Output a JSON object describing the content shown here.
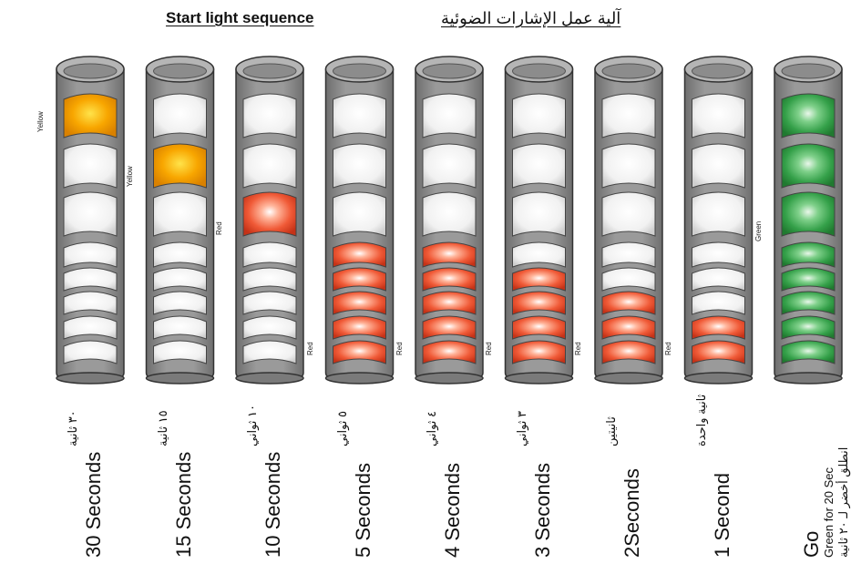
{
  "titles": {
    "english": "Start light sequence",
    "arabic": "آلية عمل الإشارات الضوئية"
  },
  "colors": {
    "yellow": "#f6a300",
    "red": "#e8462a",
    "green": "#3aa34e",
    "off": "#f2f2f2",
    "tube": "#8a8a8a"
  },
  "columns": [
    {
      "time_en": "30 Seconds",
      "time_ar": "٣٠ ثانية",
      "sub": "",
      "lit": [
        "yellow",
        "off",
        "off",
        "off",
        "off",
        "off",
        "off",
        "off",
        "off"
      ],
      "labels": [
        "Yellow"
      ]
    },
    {
      "time_en": "15 Seconds",
      "time_ar": "١٥ ثانية",
      "sub": "",
      "lit": [
        "off",
        "yellow",
        "off",
        "off",
        "off",
        "off",
        "off",
        "off",
        "off"
      ],
      "labels": [
        "Yellow"
      ]
    },
    {
      "time_en": "10 Seconds",
      "time_ar": "١٠ ثواني",
      "sub": "",
      "lit": [
        "off",
        "off",
        "red",
        "off",
        "off",
        "off",
        "off",
        "off",
        "off"
      ],
      "labels": [
        "Red"
      ]
    },
    {
      "time_en": "5 Seconds",
      "time_ar": "٥ ثواني",
      "sub": "",
      "lit": [
        "off",
        "off",
        "off",
        "red",
        "red",
        "red",
        "red",
        "red",
        "red"
      ],
      "labels": [
        "Red"
      ]
    },
    {
      "time_en": "4 Seconds",
      "time_ar": "٤ ثواني",
      "sub": "",
      "lit": [
        "off",
        "off",
        "off",
        "off",
        "red",
        "red",
        "red",
        "red",
        "red"
      ],
      "labels": [
        "Red"
      ]
    },
    {
      "time_en": "3 Seconds",
      "time_ar": "٣ ثواني",
      "sub": "",
      "lit": [
        "off",
        "off",
        "off",
        "off",
        "off",
        "red",
        "red",
        "red",
        "red"
      ],
      "labels": [
        "Red"
      ]
    },
    {
      "time_en": "2Seconds",
      "time_ar": "ثانيتين",
      "sub": "",
      "lit": [
        "off",
        "off",
        "off",
        "off",
        "off",
        "off",
        "red",
        "red",
        "red"
      ],
      "labels": [
        "Red"
      ]
    },
    {
      "time_en": "1 Second",
      "time_ar": "ثانية واحدة",
      "sub": "",
      "lit": [
        "off",
        "off",
        "off",
        "off",
        "off",
        "off",
        "off",
        "red",
        "red"
      ],
      "labels": [
        "Red"
      ]
    },
    {
      "time_en": "Go",
      "time_ar": "انطلق أخضر لـ ٢٠ ثانية",
      "sub": "Green for 20 Sec",
      "lit": [
        "green",
        "green",
        "green",
        "green",
        "green",
        "green",
        "green",
        "green",
        "green"
      ],
      "labels": [
        "Green"
      ]
    }
  ]
}
